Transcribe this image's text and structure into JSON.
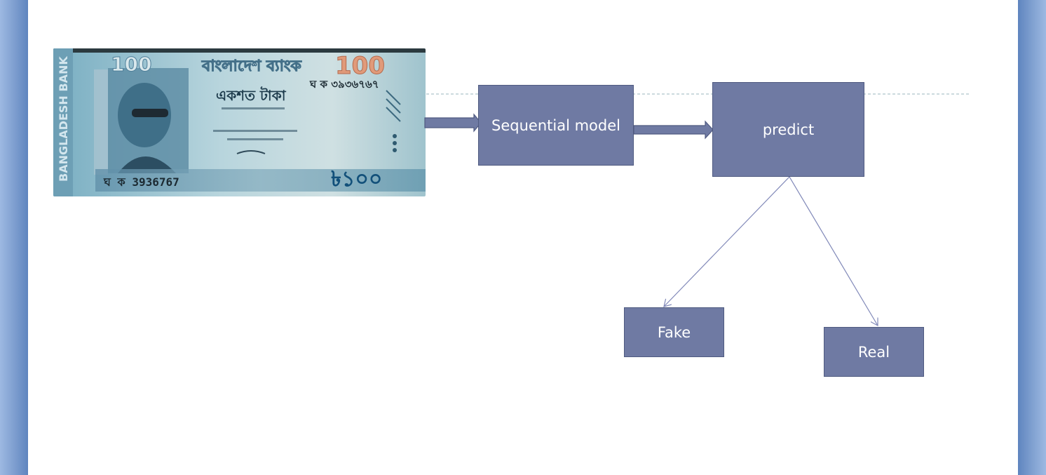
{
  "diagram": {
    "nodes": {
      "sequential": "Sequential model",
      "predict": "predict",
      "fake": "Fake",
      "real": "Real"
    }
  },
  "banknote": {
    "bank_name_bn": "বাংলাদেশ ব্যাংক",
    "denomination": "100",
    "amount_words_bn": "একশত টাকা",
    "serial_top": "ঘ ক ৩৯৩৬৭৬৭",
    "serial_bottom": "ঘ ক 3936767",
    "bank_name_en": "BANGLADESH BANK",
    "currency_symbol_value": "৳১০০",
    "colors": {
      "base": "#7fb3c6",
      "panel": "#4f7f9a",
      "accent": "#d88a6a"
    }
  }
}
